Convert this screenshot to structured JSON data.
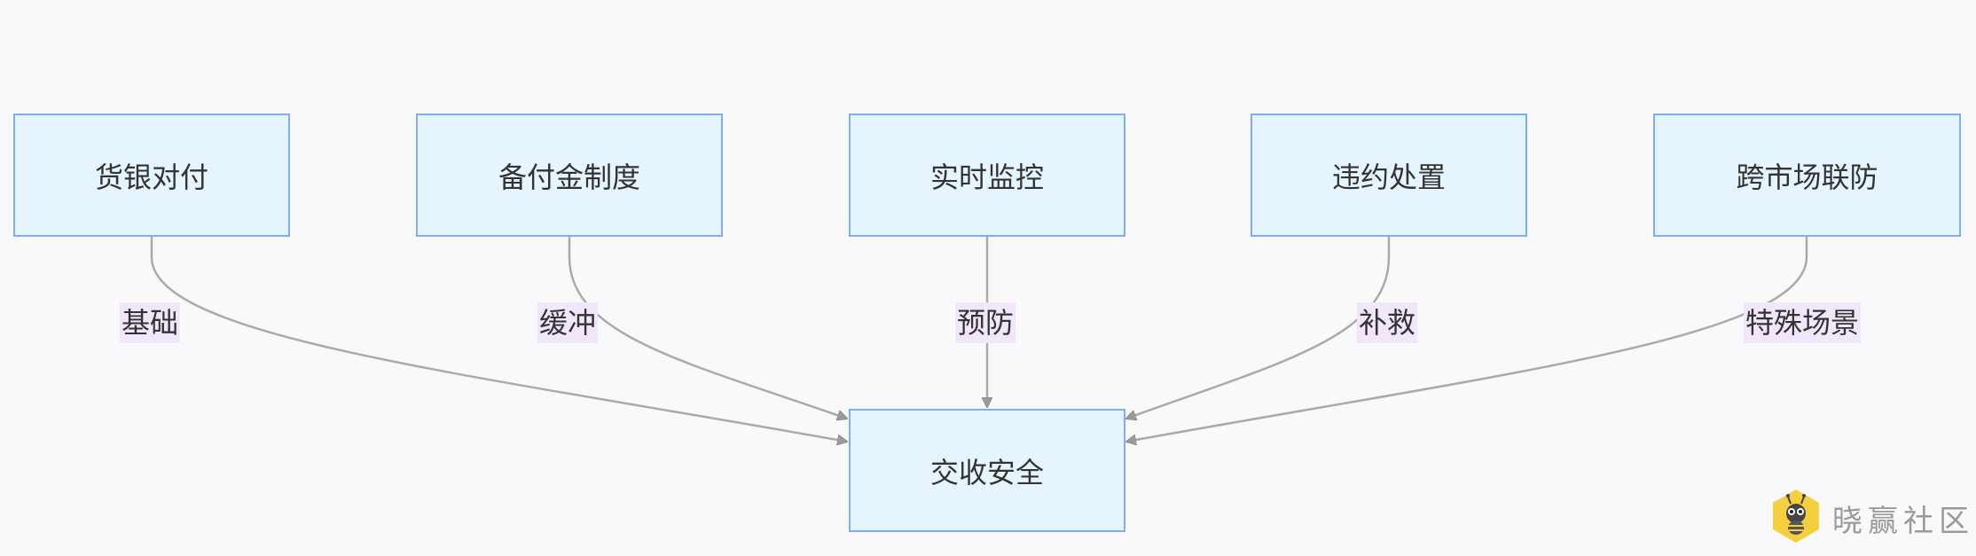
{
  "diagram": {
    "nodes": {
      "n1": "货银对付",
      "n2": "备付金制度",
      "n3": "实时监控",
      "n4": "违约处置",
      "n5": "跨市场联防",
      "target": "交收安全"
    },
    "edges": [
      {
        "from": "n1",
        "to": "target",
        "label": "基础"
      },
      {
        "from": "n2",
        "to": "target",
        "label": "缓冲"
      },
      {
        "from": "n3",
        "to": "target",
        "label": "预防"
      },
      {
        "from": "n4",
        "to": "target",
        "label": "补救"
      },
      {
        "from": "n5",
        "to": "target",
        "label": "特殊场景"
      }
    ],
    "colors": {
      "node_fill": "#e6f5fd",
      "node_border": "#7eaef0",
      "edge": "#aaaaaa",
      "label_bg": "#f2e6fb",
      "background": "#f9f9fb"
    }
  },
  "watermark": {
    "text": "晓赢社区",
    "icon": "bee-logo-icon"
  }
}
